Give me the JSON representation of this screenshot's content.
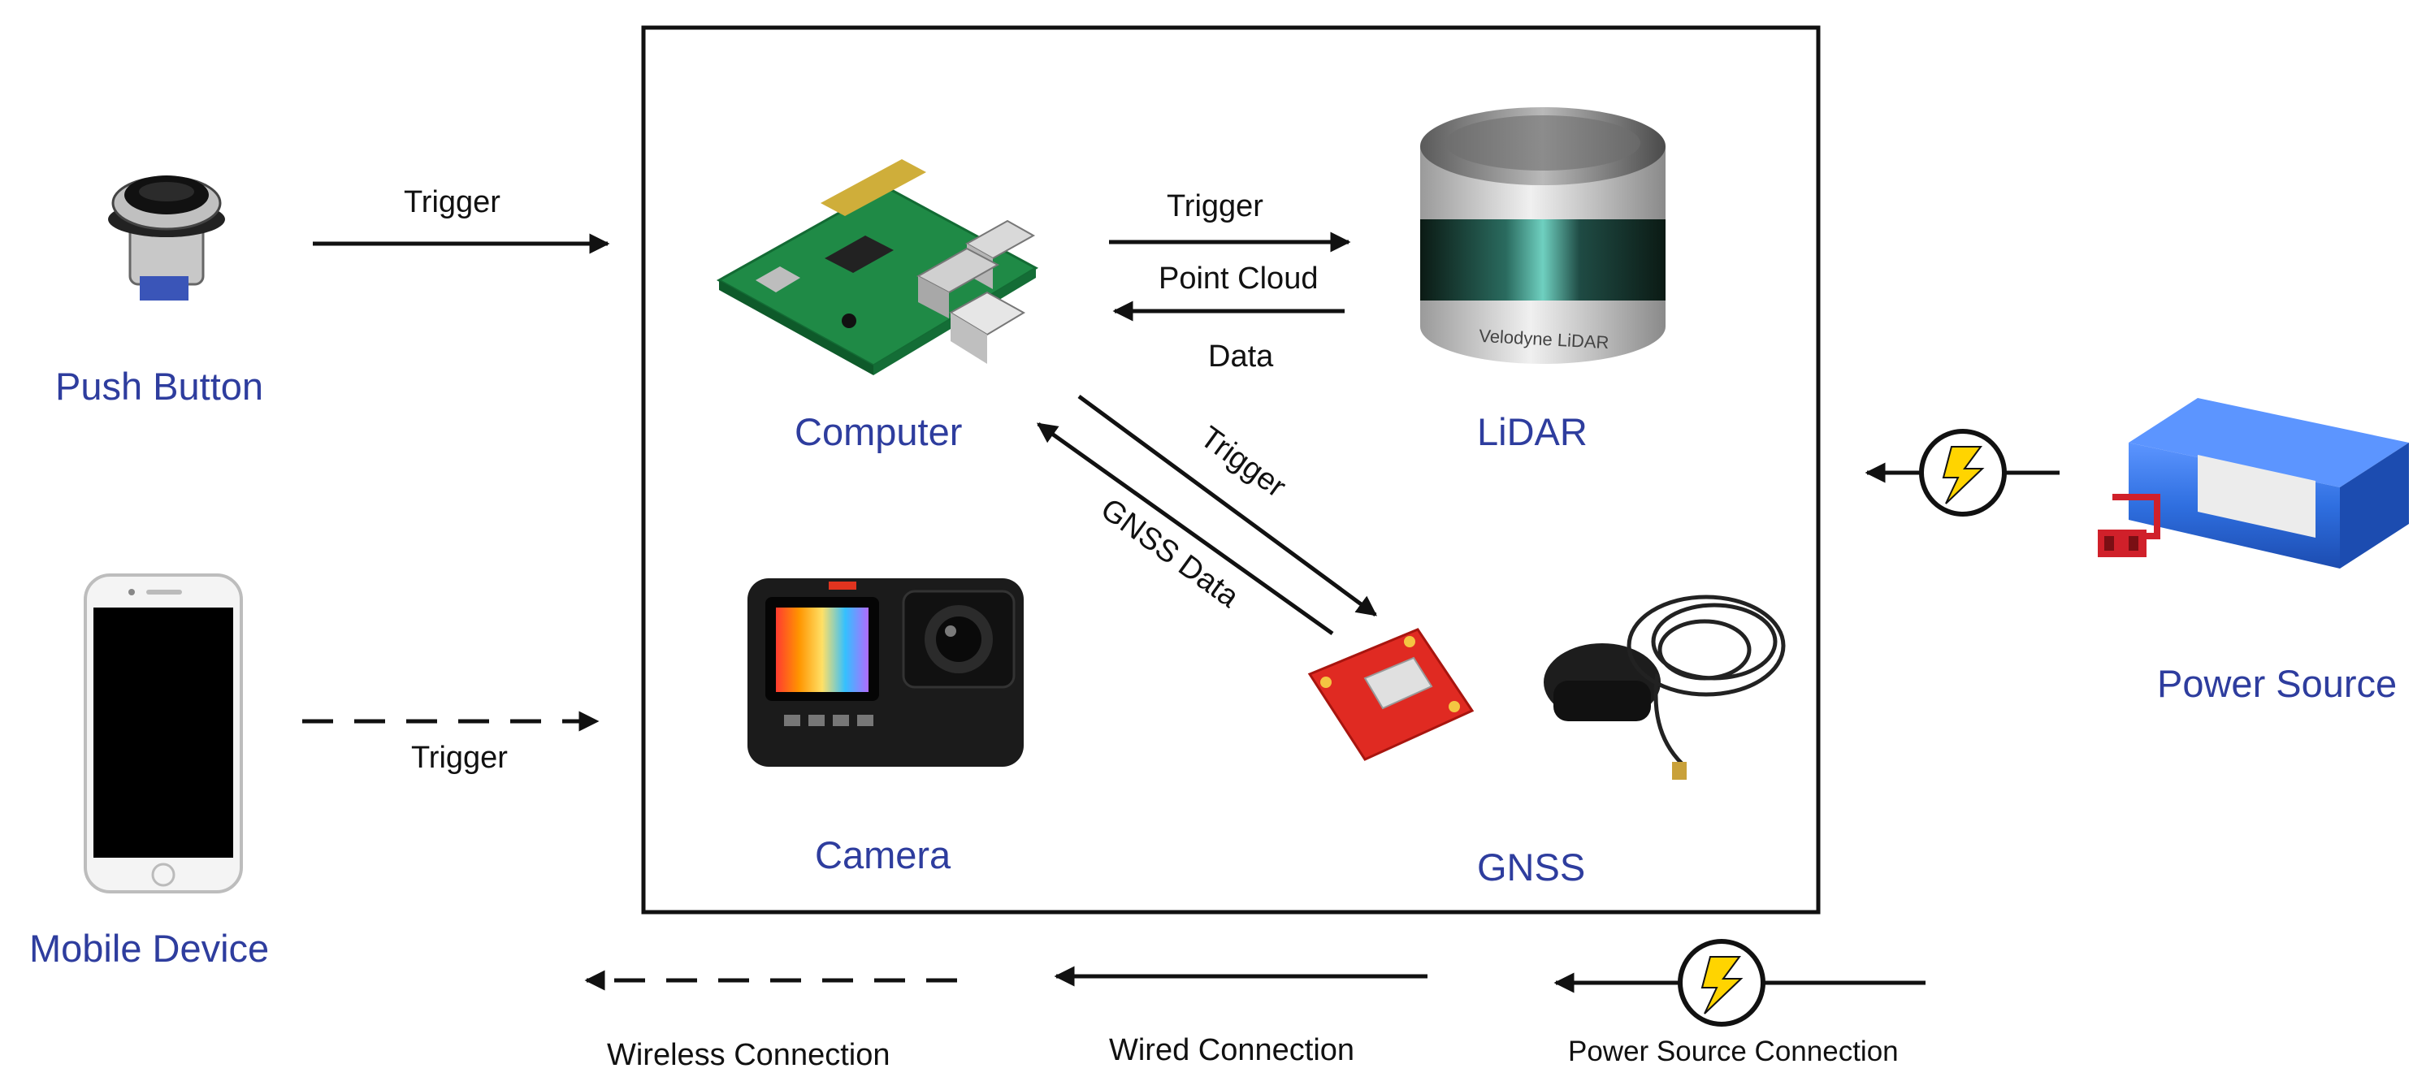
{
  "components": {
    "push_button": "Push Button",
    "mobile_device": "Mobile Device",
    "computer": "Computer",
    "lidar": "LiDAR",
    "camera": "Camera",
    "gnss": "GNSS",
    "power_source": "Power Source"
  },
  "connections": {
    "push_button_trigger": "Trigger",
    "mobile_trigger": "Trigger",
    "computer_to_lidar": "Trigger",
    "lidar_to_computer_line1": "Point  Cloud",
    "lidar_to_computer_line2": "Data",
    "computer_to_gnss": "Trigger",
    "gnss_to_computer": "GNSS  Data"
  },
  "device_text": {
    "lidar_brand": "Velodyne LiDAR"
  },
  "legend": {
    "wireless": "Wireless Connection",
    "wired": "Wired Connection",
    "power": "Power Source Connection"
  },
  "colors": {
    "label_blue": "#2e3d9e",
    "lightning_yellow": "#ffd400",
    "pcb_green": "#1f8a46",
    "gnss_red": "#e02a22",
    "battery_blue": "#2f6fe0"
  }
}
